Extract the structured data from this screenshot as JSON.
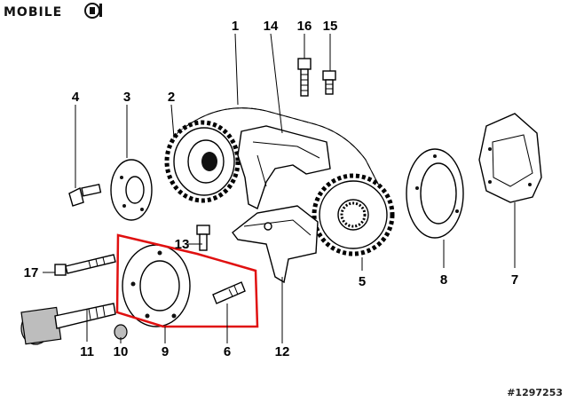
{
  "watermark": {
    "logo_text": "MOBILE"
  },
  "reference": "#1297253",
  "callouts": [
    {
      "key": "p1",
      "label": "1"
    },
    {
      "key": "p14",
      "label": "14"
    },
    {
      "key": "p16",
      "label": "16"
    },
    {
      "key": "p15",
      "label": "15"
    },
    {
      "key": "p4",
      "label": "4"
    },
    {
      "key": "p3",
      "label": "3"
    },
    {
      "key": "p2",
      "label": "2"
    },
    {
      "key": "p13",
      "label": "13"
    },
    {
      "key": "p17",
      "label": "17"
    },
    {
      "key": "p5",
      "label": "5"
    },
    {
      "key": "p8",
      "label": "8"
    },
    {
      "key": "p7",
      "label": "7"
    },
    {
      "key": "p11",
      "label": "11"
    },
    {
      "key": "p10",
      "label": "10"
    },
    {
      "key": "p9",
      "label": "9"
    },
    {
      "key": "p6",
      "label": "6"
    },
    {
      "key": "p12",
      "label": "12"
    }
  ],
  "colors": {
    "highlight": "#e01010",
    "ink": "#000000"
  }
}
